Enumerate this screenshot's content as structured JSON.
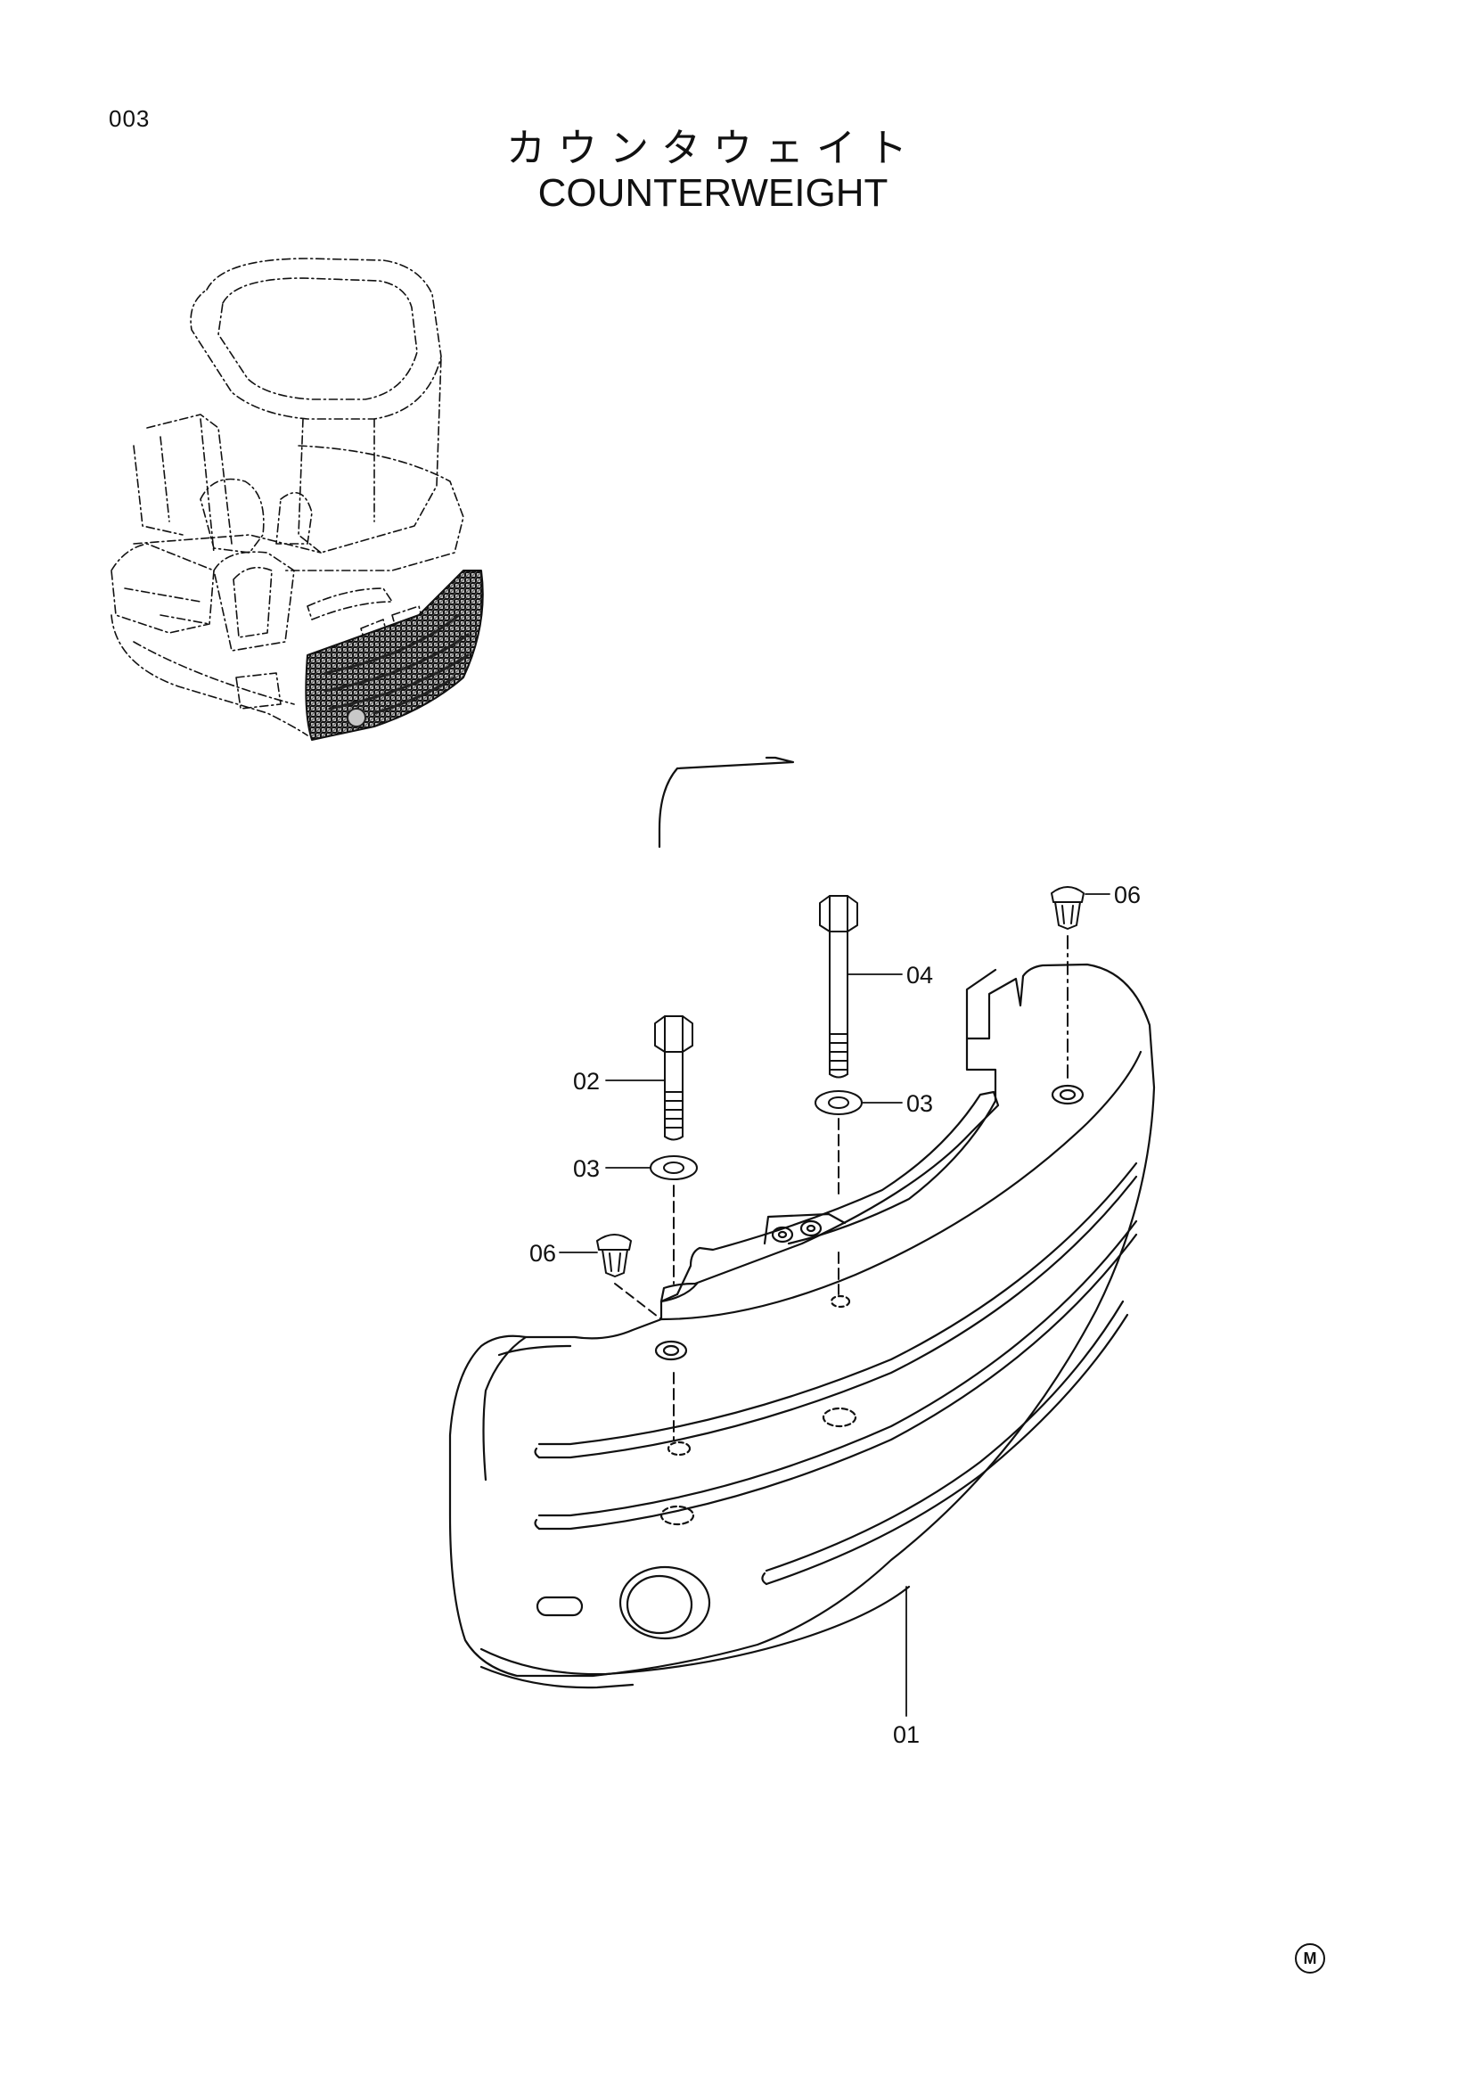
{
  "page": {
    "page_number": "003",
    "title_jp": "カウンタウェイト",
    "title_en": "COUNTERWEIGHT",
    "maker_mark": "M"
  },
  "callouts": {
    "part_01": "01",
    "part_02": "02",
    "part_03_left": "03",
    "part_03_right": "03",
    "part_04": "04",
    "part_06_left": "06",
    "part_06_right": "06"
  },
  "colors": {
    "ink": "#111111",
    "highlight_fill": "#9a9a9a",
    "paper": "#ffffff"
  }
}
